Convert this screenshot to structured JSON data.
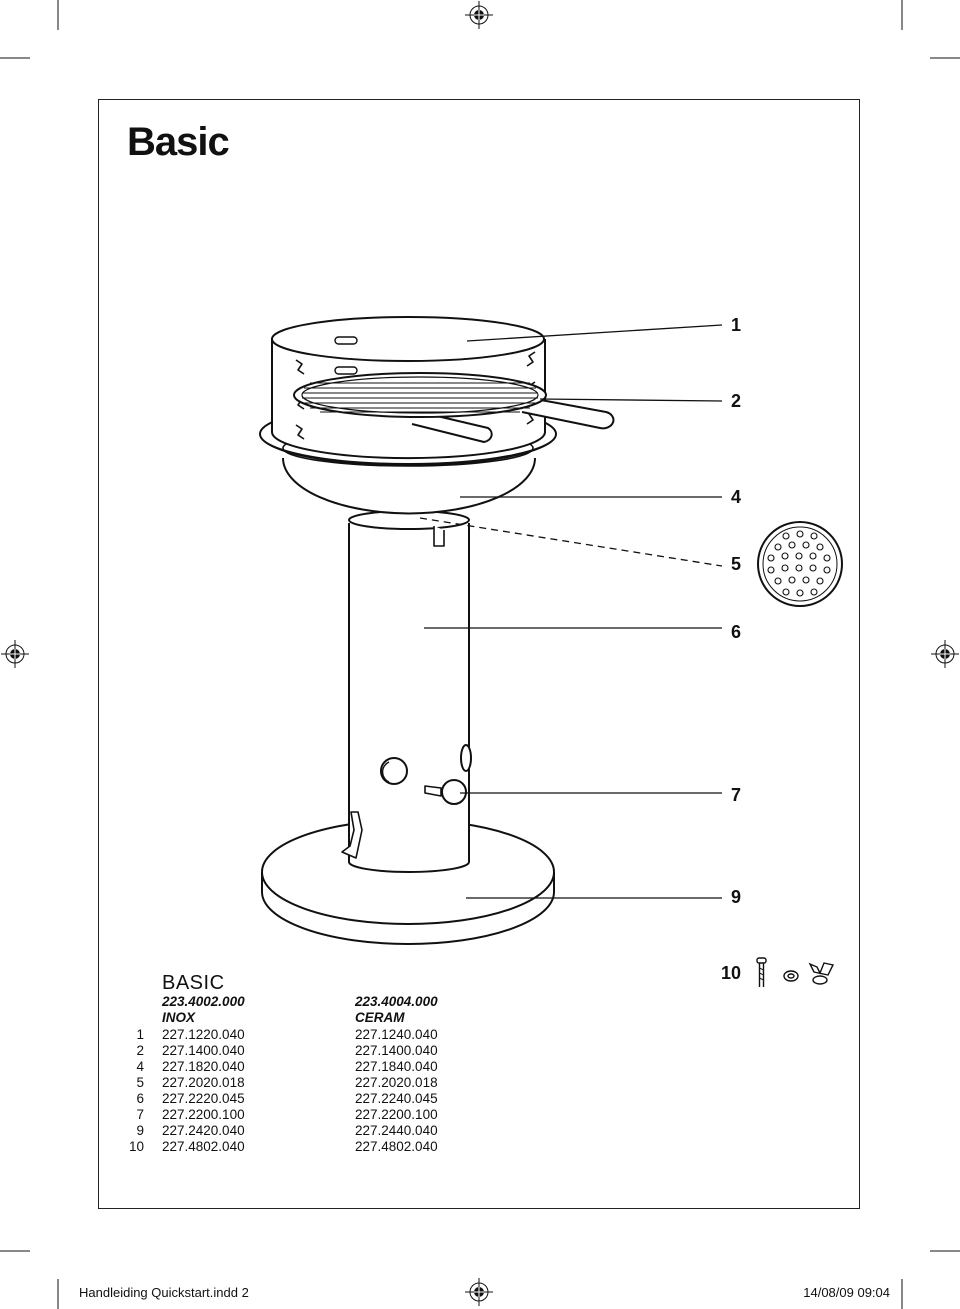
{
  "page": {
    "title": "Basic"
  },
  "callouts": [
    "1",
    "2",
    "4",
    "5",
    "6",
    "7",
    "9",
    "10"
  ],
  "parts_list": {
    "heading": "BASIC",
    "columns": [
      {
        "code": "223.4002.000",
        "variant": "INOX"
      },
      {
        "code": "223.4004.000",
        "variant": "CERAM"
      }
    ],
    "rows": [
      {
        "num": "1",
        "inox": "227.1220.040",
        "ceram": "227.1240.040"
      },
      {
        "num": "2",
        "inox": "227.1400.040",
        "ceram": "227.1400.040"
      },
      {
        "num": "4",
        "inox": "227.1820.040",
        "ceram": "227.1840.040"
      },
      {
        "num": "5",
        "inox": "227.2020.018",
        "ceram": "227.2020.018"
      },
      {
        "num": "6",
        "inox": "227.2220.045",
        "ceram": "227.2240.045"
      },
      {
        "num": "7",
        "inox": "227.2200.100",
        "ceram": "227.2200.100"
      },
      {
        "num": "9",
        "inox": "227.2420.040",
        "ceram": "227.2440.040"
      },
      {
        "num": "10",
        "inox": "227.4802.040",
        "ceram": "227.4802.040"
      }
    ]
  },
  "footer": {
    "file": "Handleiding Quickstart.indd   2",
    "date": "14/08/09   09:04"
  },
  "icons": [
    "registration-mark-icon",
    "screw-icon",
    "washer-icon",
    "wing-nut-icon"
  ],
  "colors": {
    "ink": "#111111",
    "paper": "#ffffff"
  }
}
